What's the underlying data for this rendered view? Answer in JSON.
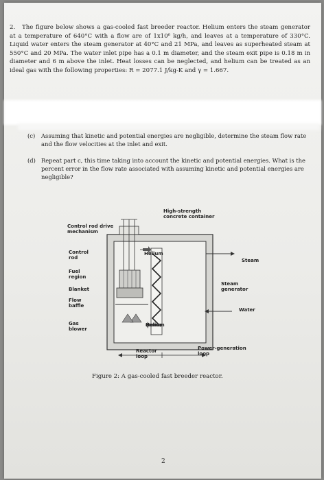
{
  "problem": {
    "number": "2.",
    "text": "The figure below shows a gas-cooled fast breeder reactor. Helium enters the steam generator at a temperature of 640°C with a flow are of 1x10⁶ kg/h, and leaves at a temperature of 330°C. Liquid water enters the steam generator at 40°C and 21 MPa, and leaves as superheated steam at 550°C and 20 MPa. The water inlet pipe has a 0.1 m diameter, and the steam exit pipe is 0.18 m in diameter and 6 m above the inlet. Heat losses can be neglected, and helium can be treated as an ideal gas with the following properties: R = 2077.1 J/kg-K and γ = 1.667."
  },
  "parts": [
    {
      "label": "(c)",
      "text": "Assuming that kinetic and potential energies are negligible, determine the steam flow rate and the flow velocities at the inlet and exit."
    },
    {
      "label": "(d)",
      "text": "Repeat part c, this time taking into account the kinetic and potential energies. What is the percent error in the flow rate associated with assuming kinetic and potential energies are negligible?"
    }
  ],
  "figure": {
    "labels": {
      "control_rod_drive": "Control rod drive\nmechanism",
      "container": "High-strength\nconcrete container",
      "control_rod": "Control\nrod",
      "fuel_region": "Fuel\nregion",
      "blanket": "Blanket",
      "flow_baffle": "Flow\nbaffle",
      "gas_blower": "Gas\nblower",
      "helium_top": "Helium",
      "helium_bottom": "Helium",
      "steam": "Steam",
      "steam_generator": "Steam\ngenerator",
      "water": "Water",
      "reactor_loop": "Reactor\nloop",
      "power_loop": "Power-generation\nloop"
    },
    "caption": "Figure 2: A gas-cooled fast breeder reactor."
  },
  "page_number": "2"
}
